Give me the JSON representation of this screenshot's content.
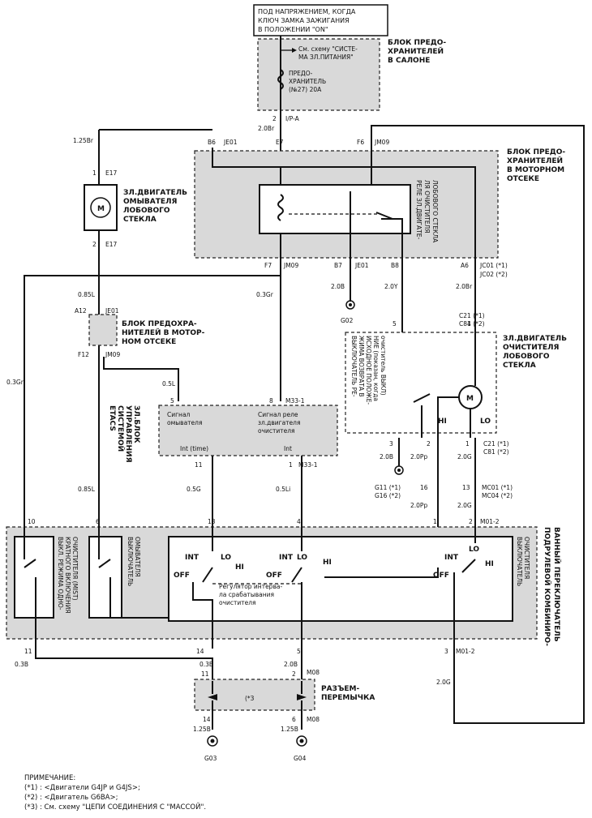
{
  "top_label": [
    "ПОД НАПРЯЖЕНИЕМ, КОГДА",
    "КЛЮЧ ЗАМКА ЗАЖИГАНИЯ",
    "В ПОЛОЖЕНИИ \"ON\""
  ],
  "fuse_block_salon": {
    "ref": [
      "См. схему \"СИСТЕ-",
      "МА ЗЛ.ПИТАНИЯ\""
    ],
    "fuse": [
      "ПРЕДО-",
      "ХРАНИТЕЛЬ",
      "(№27) 20А"
    ],
    "title": [
      "БЛОК ПРЕДО-",
      "ХРАНИТЕЛЕЙ",
      "В САЛОНЕ"
    ]
  },
  "fuse_block_engine": {
    "title": [
      "БЛОК ПРЕДО-",
      "ХРАНИТЕЛЕЙ",
      "В МОТОРНОМ",
      "ОТСЕКЕ"
    ],
    "relay": [
      "РЕЛЕ ЗЛ.ДВИГАТЕ-",
      "ЛЯ ОЧИСТИТЕЛЯ",
      "ЛОБОВОГО СТЕКЛА"
    ]
  },
  "washer_motor": [
    "ЗЛ.ДВИГАТЕЛЬ",
    "ОМЫВАТЕЛЯ",
    "ЛОБОВОГО",
    "СТЕКЛА"
  ],
  "small_fuse_block": [
    "БЛОК ПРЕДОХРА-",
    "НИТЕЛЕЙ В МОТОР-",
    "НОМ ОТСЕКЕ"
  ],
  "etacs": {
    "title": [
      "ЗЛ.БЛОК",
      "УПРАВЛЕНИЯ",
      "СИСТЕМОЙ",
      "ETACS"
    ],
    "sig1": [
      "Сигнал",
      "омывателя"
    ],
    "sig2": [
      "Сигнал реле",
      "зл.двигателя",
      "очистителя"
    ],
    "int_time": "Int (time)",
    "int": "Int"
  },
  "wiper_motor": [
    "ЗЛ.ДВИГАТЕЛЬ",
    "ОЧИСТИТЕЛЯ",
    "ЛОБОВОГО",
    "СТЕКЛА"
  ],
  "return_switch": [
    "ВЫКЛЮЧАТЕЛЬ РЕ-",
    "ЖИМА ВОЗВРАТА В",
    "ИСХОДНОЕ ПОЛОЖЕ-",
    "НИЕ (показан, когда",
    "очиститель ВЫКЛ)"
  ],
  "combo_switch": [
    "ПОДРУЛЕВОЙ КОМБИНИРО-",
    "ВАННЫЙ ПЕРЕКЛЮЧАТЕЛЬ"
  ],
  "mist_switch": [
    "ВЫКЛ. РЕЖИМА ОДНО-",
    "КРАТНОГО ВКЛЮЧЕНИЯ",
    "ОЧИСТИТЕЛЯ (MIST)"
  ],
  "washer_switch": [
    "ВЫКЛЮЧАТЕЛЬ",
    "ОМЫВАТЕЛЯ"
  ],
  "wiper_switch": [
    "ВЫКЛЮЧАТЕЛЬ",
    "ОЧИСТИТЕЛЯ"
  ],
  "interval_regulator": [
    "Регулятор интерва-",
    "ла срабатывания",
    "очистителя"
  ],
  "jumper": [
    "РАЗЪЕМ-",
    "ПЕРЕМЫЧКА"
  ],
  "jumper_mark": "(*3",
  "sw_pos": {
    "int": "INT",
    "lo": "LO",
    "hi": "HI",
    "off": "OFF"
  },
  "motor_pos": {
    "hi": "HI",
    "lo": "LO",
    "m": "M"
  },
  "connectors": {
    "ip_a": "I/P-A",
    "ip_pin": "2",
    "w_20br": "2.0Br",
    "w_125br": "1.25Br",
    "b6": "B6",
    "je01": "JE01",
    "e7": "E7",
    "f6": "F6",
    "jm09": "JM09",
    "e17_1": "1",
    "e17": "E17",
    "e17_2": "2",
    "f7": "F7",
    "b7": "B7",
    "b8": "B8",
    "a6": "A6",
    "jc01": "JC01 (*1)",
    "jc02": "JC02 (*2)",
    "w_085l": "0.85L",
    "w_03gr": "0.3Gr",
    "w_20b": "2.0B",
    "w_20y": "2.0Y",
    "w_20br2": "2.0Br",
    "a12": "A12",
    "f12": "F12",
    "g02": "G02",
    "c21": "C21 (*1)",
    "c81": "C81 (*2)",
    "p5": "5",
    "p4": "4",
    "p8": "8",
    "m33": "M33-1",
    "w_05l": "0.5L",
    "p3": "3",
    "p2": "2",
    "p1": "1",
    "p11": "11",
    "p1b": "1",
    "m331": "M33-1",
    "w_05g": "0.5G",
    "w_05li": "0.5Li",
    "w_20pp": "2.0Pp",
    "w_20g": "2.0G",
    "g11": "G11 (*1)",
    "g16": "G16 (*2)",
    "p16": "16",
    "p13": "13",
    "mc01": "MC01 (*1)",
    "mc04": "MC04 (*2)",
    "p10": "10",
    "p6": "6",
    "p13b": "13",
    "p4b": "4",
    "p1c": "1",
    "p2b": "2",
    "m012": "M01-2",
    "p11b": "11",
    "p14": "14",
    "p5b": "5",
    "p3b": "3",
    "m012b": "M01-2",
    "w_03b": "0.3B",
    "w_03b2": "0.3B",
    "w_20b2": "2.0B",
    "m08": "M08",
    "w_20g2": "2.0G",
    "p11c": "11",
    "p2c": "2",
    "p14b": "14",
    "p6b": "6",
    "m08b": "M08",
    "w_125b": "1.25B",
    "w_125b2": "1.25B",
    "g03": "G03",
    "g04": "G04"
  },
  "notes": [
    "ПРИМЕЧАНИЕ:",
    "(*1) : <Двигатели G4JP и G4JS>;",
    "(*2) : <Двигатель G6BA>;",
    "(*3) : См. схему \"ЦЕПИ СОЕДИНЕНИЯ С \"МАССОЙ\"."
  ]
}
